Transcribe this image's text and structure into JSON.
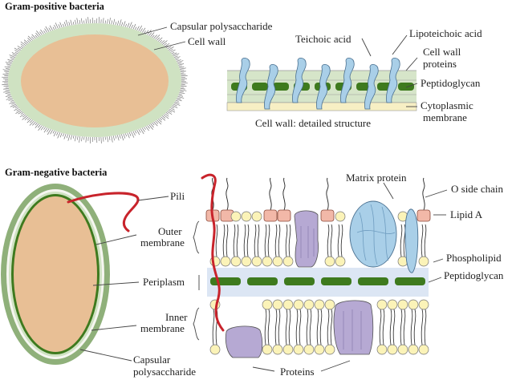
{
  "gram_positive": {
    "title": "Gram-positive bacteria",
    "labels": {
      "capsular_polysaccharide": "Capsular polysaccharide",
      "cell_wall": "Cell wall",
      "teichoic_acid": "Teichoic acid",
      "lipoteichoic_acid": "Lipoteichoic acid",
      "cell_wall_proteins_1": "Cell wall",
      "cell_wall_proteins_2": "proteins",
      "peptidoglycan": "Peptidoglycan",
      "cytoplasmic_membrane_1": "Cytoplasmic",
      "cytoplasmic_membrane_2": "membrane",
      "detail_caption": "Cell wall: detailed structure"
    }
  },
  "gram_negative": {
    "title": "Gram-negative bacteria",
    "labels": {
      "pili": "Pili",
      "outer_membrane_1": "Outer",
      "outer_membrane_2": "membrane",
      "periplasm": "Periplasm",
      "inner_membrane_1": "Inner",
      "inner_membrane_2": "membrane",
      "capsular_polysaccharide_1": "Capsular",
      "capsular_polysaccharide_2": "polysaccharide",
      "proteins": "Proteins",
      "matrix_protein": "Matrix protein",
      "o_side_chain": "O side chain",
      "lipid_a": "Lipid A",
      "phospholipid": "Phospholipid",
      "peptidoglycan": "Peptidoglycan"
    }
  },
  "colors": {
    "cytoplasm": "#e8bf95",
    "cell_wall_positive": "#cfe2c2",
    "peptidoglycan": "#3e7a1e",
    "outer_ring_negative": "#8fb07a",
    "protein_blue": "#a9cfe8",
    "protein_purple": "#b6a9d3",
    "lipid_a": "#f2b8a8",
    "phospholipid_head": "#fbf3b8",
    "pili": "#c8232b"
  }
}
